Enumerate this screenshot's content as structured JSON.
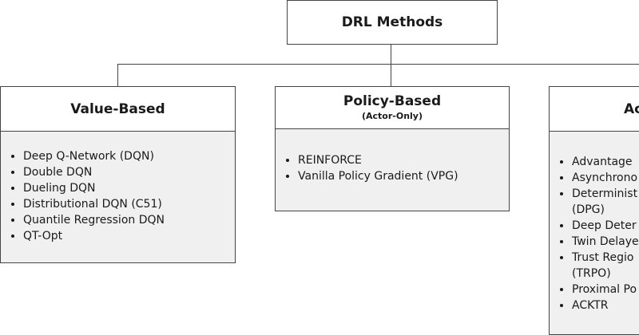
{
  "root": {
    "title": "DRL Methods"
  },
  "categories": [
    {
      "title": "Value-Based",
      "subtitle": "",
      "items": [
        "Deep Q-Network (DQN)",
        "Double DQN",
        "Dueling DQN",
        "Distributional DQN (C51)",
        "Quantile Regression DQN",
        "QT-Opt"
      ]
    },
    {
      "title": "Policy-Based",
      "subtitle": "(Actor-Only)",
      "items": [
        "REINFORCE",
        "Vanilla Policy Gradient (VPG)"
      ]
    },
    {
      "title": "Ac",
      "subtitle": "",
      "items": [
        "Advantage",
        "Asynchrono",
        "Determinist",
        "(DPG)",
        "Deep Deter",
        "Twin Delaye",
        "Trust Regio",
        "(TRPO)",
        "Proximal Po",
        "ACKTR"
      ]
    }
  ]
}
